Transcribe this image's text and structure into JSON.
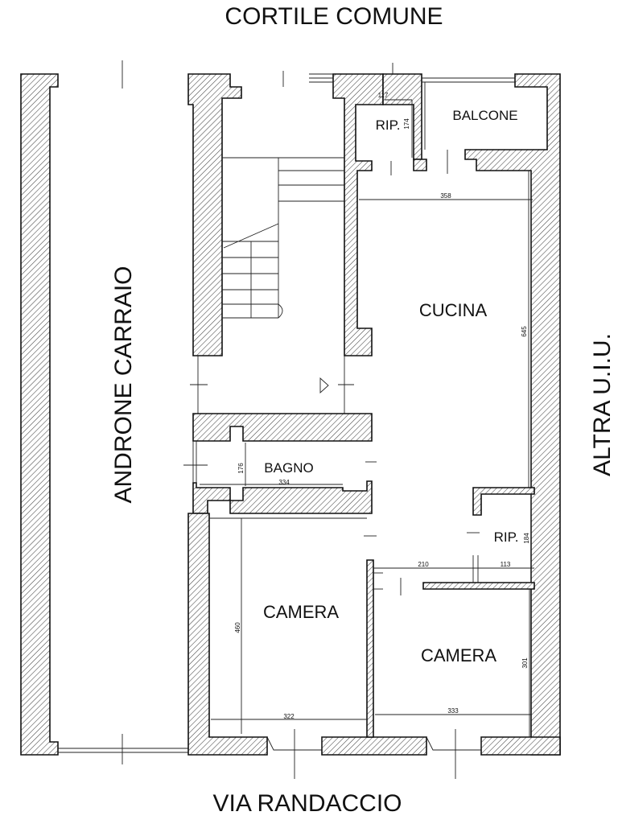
{
  "labels": {
    "north": "CORTILE COMUNE",
    "south": "VIA RANDACCIO",
    "west": "ANDRONE CARRAIO",
    "east": "ALTRA U.I.U."
  },
  "rooms": {
    "balcone": "BALCONE",
    "rip_top": "RIP.",
    "cucina": "CUCINA",
    "bagno": "BAGNO",
    "rip_right": "RIP.",
    "camera_left": "CAMERA",
    "camera_right": "CAMERA"
  },
  "dimensions": {
    "rip_top_width": "117",
    "rip_top_depth": "174",
    "cucina_width": "358",
    "cucina_depth": "645",
    "bagno_depth": "176",
    "bagno_width": "334",
    "rip_right_depth": "184",
    "corridor_width": "210",
    "rip_right_width": "113",
    "camera_left_depth": "460",
    "camera_left_width": "322",
    "camera_right_depth": "301",
    "camera_right_width": "333"
  },
  "colors": {
    "wall_stroke": "#111111",
    "hatch": "#444444",
    "background": "#ffffff"
  }
}
